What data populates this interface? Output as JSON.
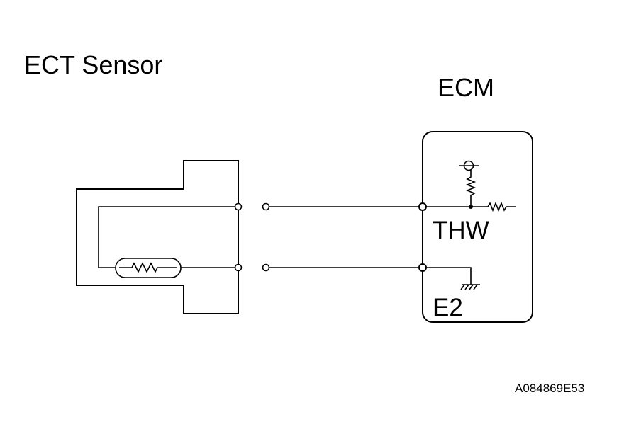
{
  "labels": {
    "sensor_title": "ECT Sensor",
    "ecm_title": "ECM",
    "thw": "THW",
    "e2": "E2",
    "figure_code": "A084869E53"
  },
  "colors": {
    "line": "#000000",
    "background": "#ffffff"
  },
  "icons": [
    "thermistor-icon",
    "resistor-icon",
    "ground-icon",
    "voltage-source-icon",
    "connector-pin-icon"
  ]
}
